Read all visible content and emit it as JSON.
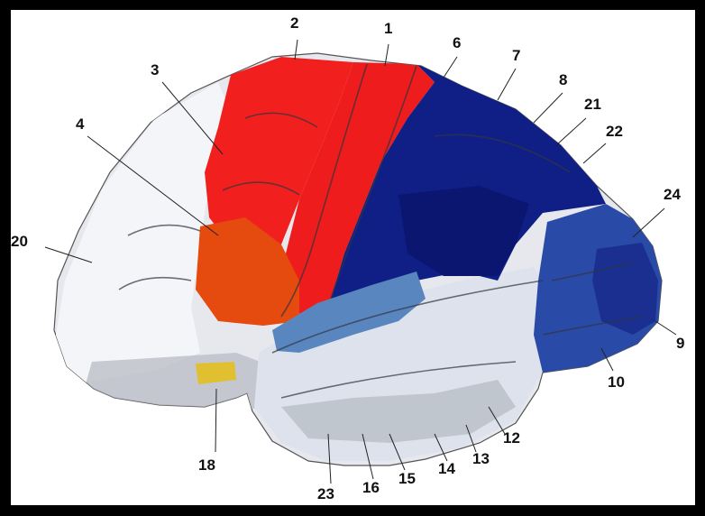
{
  "labels": {
    "l1": "1",
    "l2": "2",
    "l3": "3",
    "l4": "4",
    "l6": "6",
    "l7": "7",
    "l8": "8",
    "l9": "9",
    "l10": "10",
    "l12": "12",
    "l13": "13",
    "l14": "14",
    "l15": "15",
    "l16": "16",
    "l18": "18",
    "l20": "20",
    "l21": "21",
    "l22": "22",
    "l23": "23",
    "l24": "24"
  },
  "colors": {
    "background": "#000000",
    "frame": "#ffffff",
    "cortex_base": "#e6e8ee",
    "motor_red": "#ee1c1c",
    "premotor_orange": "#e54a0e",
    "parietal_dark_blue": "#0f1f86",
    "mid_blue": "#1e3aa0",
    "occipital_blue": "#2a4aa8",
    "temporal_light_blue": "#5a86c0",
    "orbital_yellow": "#e0c030"
  }
}
